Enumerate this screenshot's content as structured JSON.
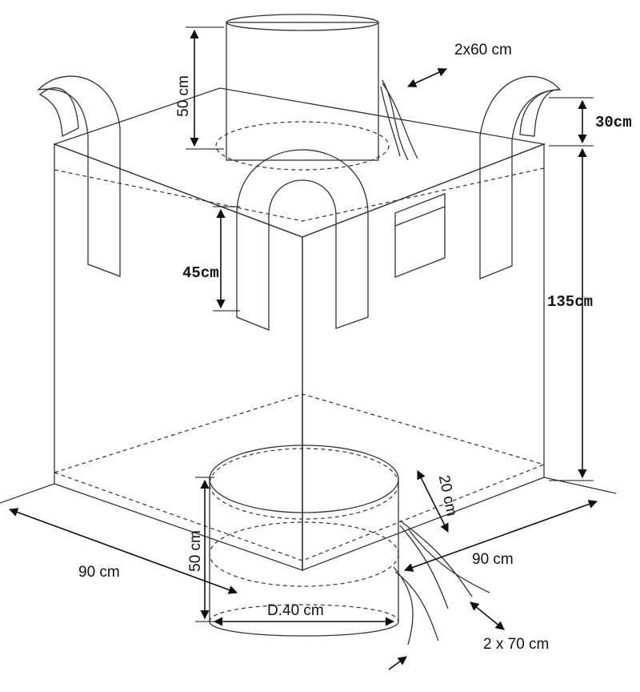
{
  "dimensions": {
    "top_spout_height": "50 cm",
    "loop_width": "2x60 cm",
    "loop_height": "30cm",
    "bag_height": "135cm",
    "loop_attachment": "45cm",
    "bottom_tie_length": "20 cm",
    "bottom_spout_height": "50 cm",
    "width_left": "90 cm",
    "width_right": "90 cm",
    "spout_diameter": "D.40 cm",
    "tie_length": "2 x 70 cm"
  },
  "colors": {
    "loop": "#3f4a78",
    "fabric": "#eeeeee",
    "edge": "#333333"
  }
}
